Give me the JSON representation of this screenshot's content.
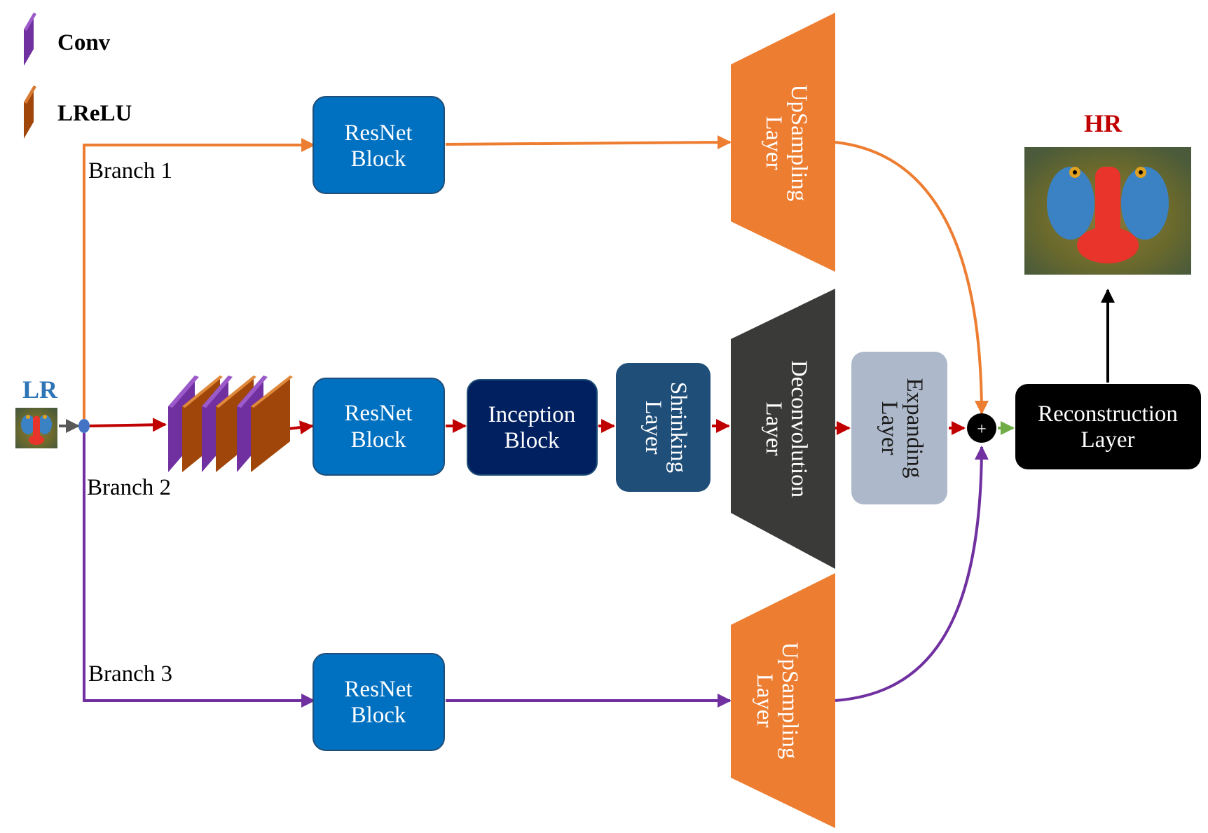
{
  "legend": {
    "conv_label": "Conv",
    "lrelu_label": "LReLU"
  },
  "input": {
    "label": "LR"
  },
  "output": {
    "label": "HR"
  },
  "branches": {
    "branch1_label": "Branch 1",
    "branch2_label": "Branch 2",
    "branch3_label": "Branch 3"
  },
  "blocks": {
    "resnet_line1": "ResNet",
    "resnet_line2": "Block",
    "inception_line1": "Inception",
    "inception_line2": "Block",
    "shrinking_line1": "Shrinking",
    "shrinking_line2": "Layer",
    "deconv_line1": "Deconvolution",
    "deconv_line2": "Layer",
    "expanding_line1": "Expanding",
    "expanding_line2": "Layer",
    "upsampling_line1": "UpSampling",
    "upsampling_line2": "Layer",
    "reconstruction_line1": "Reconstruction",
    "reconstruction_line2": "Layer",
    "sum_symbol": "+"
  },
  "colors": {
    "orange": "#ED7D31",
    "purple": "#7030A0",
    "red_arrow": "#C00000",
    "resnet_blue": "#0070C0",
    "inception_navy": "#002060",
    "shrinking_blue": "#1F4E79",
    "deconv_gray": "#3A3A38",
    "expanding_gray": "#ADB9CA",
    "lr_blue": "#2E75B6",
    "hr_red": "#C00000",
    "green_arrow": "#70AD47"
  }
}
